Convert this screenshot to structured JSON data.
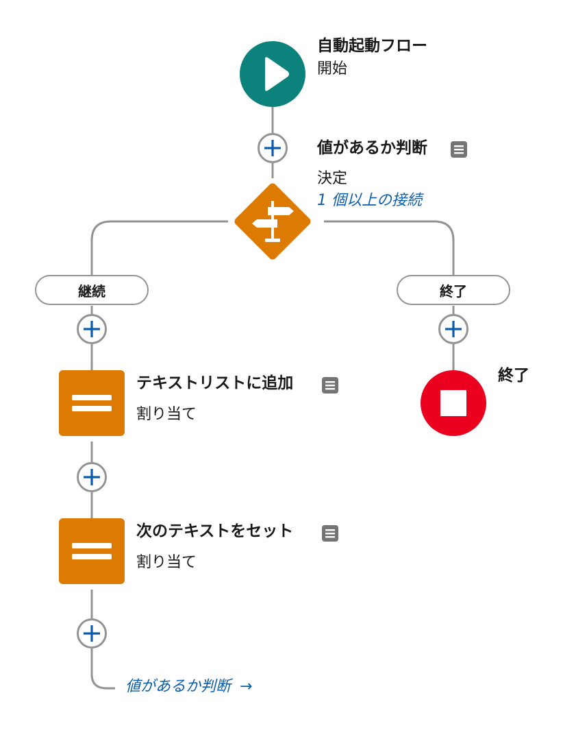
{
  "nodes": {
    "start": {
      "title": "自動起動フロー",
      "type": "開始"
    },
    "decision": {
      "title": "値があるか判断",
      "type": "決定",
      "link": "1 個以上の接続"
    },
    "branch_continue": {
      "label": "継続"
    },
    "branch_end": {
      "label": "終了"
    },
    "assign_add": {
      "title": "テキストリストに追加",
      "type": "割り当て"
    },
    "assign_set": {
      "title": "次のテキストをセット",
      "type": "割り当て"
    },
    "end": {
      "title": "終了"
    },
    "loop_back": {
      "label": "値があるか判断",
      "arrow": "→"
    }
  },
  "colors": {
    "start": "#0b827c",
    "decision": "#dd7a01",
    "assignment": "#dd7a01",
    "end": "#ea001e",
    "connector": "#939393",
    "add_icon": "#0b5cab",
    "link": "#0b5cab",
    "note_icon": "#747474"
  },
  "icons": {
    "start": "play-icon",
    "decision": "signpost-icon",
    "assignment": "equals-icon",
    "end": "stop-icon",
    "add": "plus-icon",
    "note": "description-icon"
  }
}
